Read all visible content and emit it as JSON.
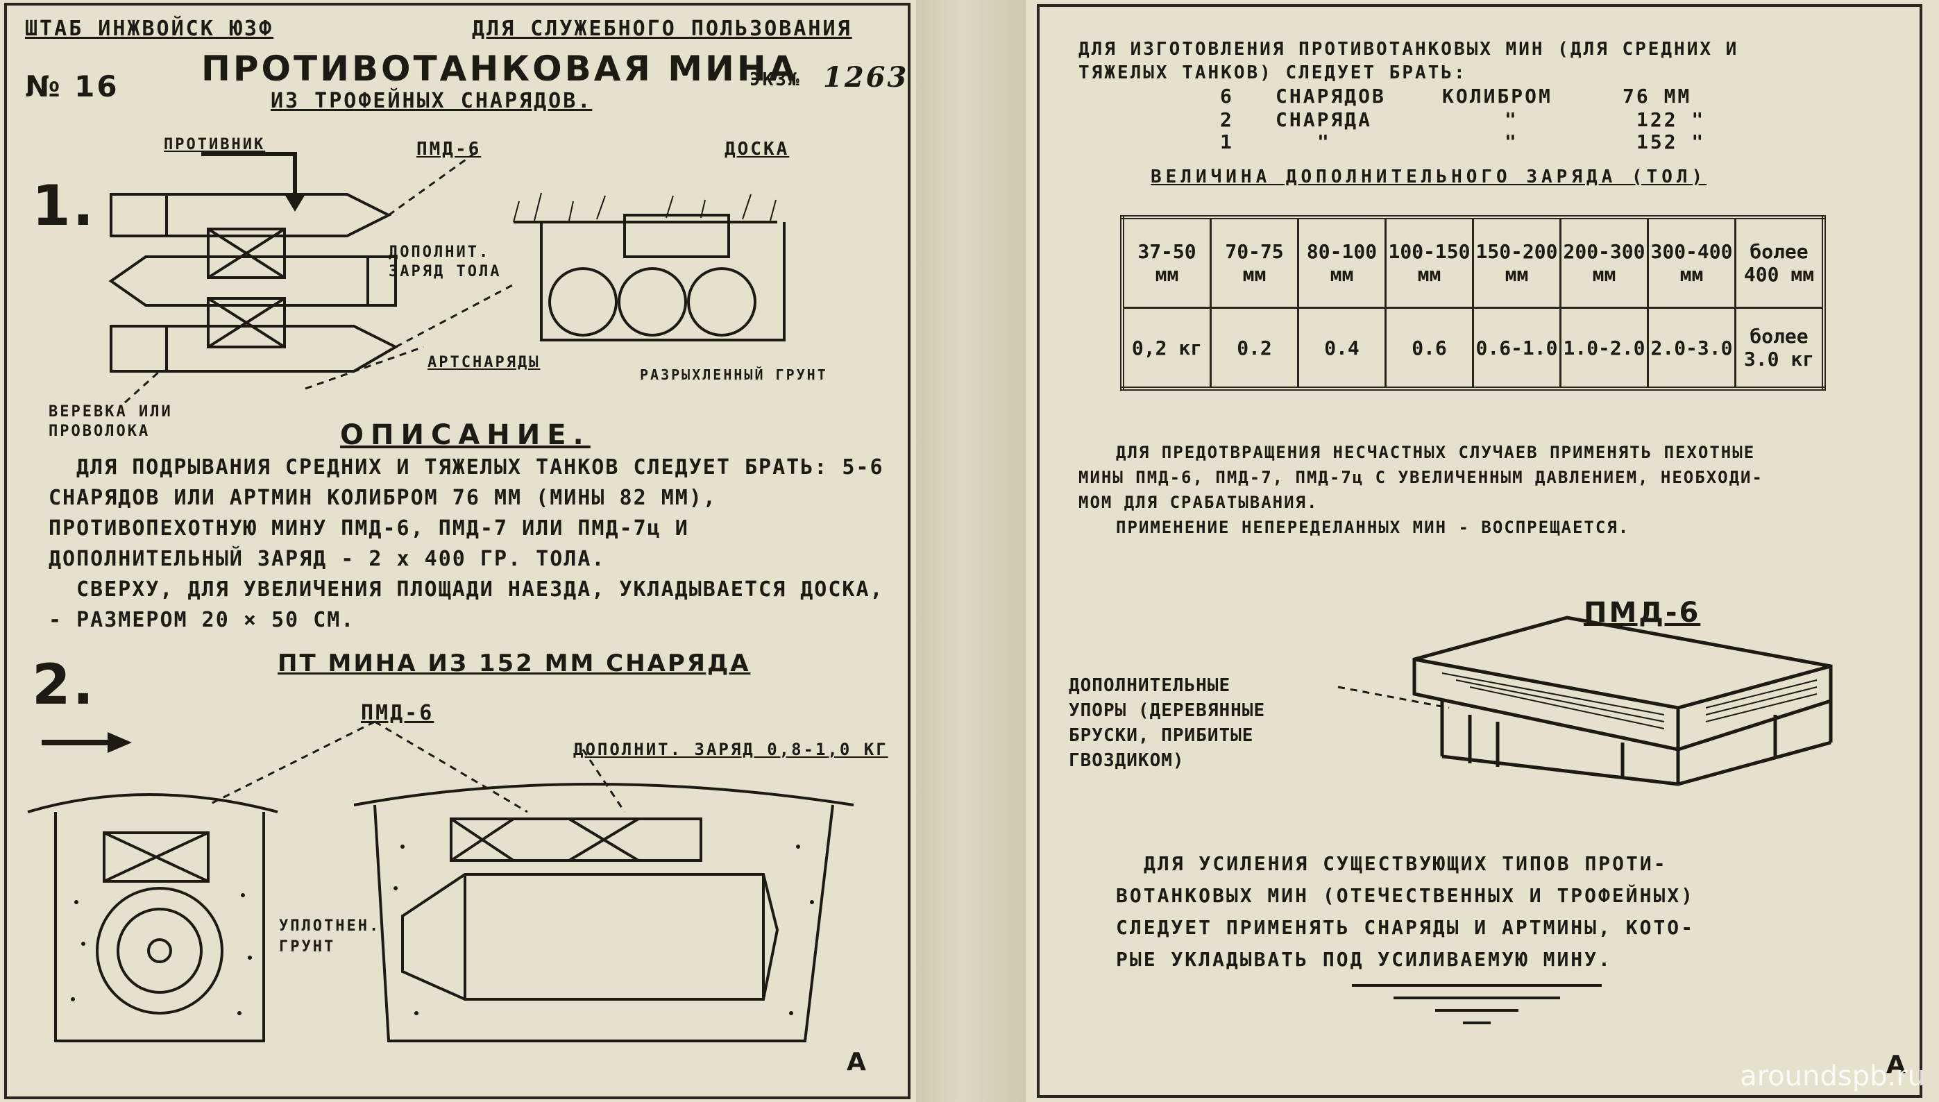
{
  "left": {
    "hq": "ШТАБ ИНЖВОЙСК ЮЗФ",
    "classification": "ДЛЯ СЛУЖЕБНОГО ПОЛЬЗОВАНИЯ",
    "number": "№ 16",
    "copy_label": "ЭКЗ№",
    "copy_number": "1263",
    "title": "ПРОТИВОТАНКОВАЯ МИНА",
    "subtitle": "ИЗ ТРОФЕЙНЫХ СНАРЯДОВ.",
    "fig1": {
      "number": "1.",
      "labels": {
        "enemy": "ПРОТИВНИК",
        "pmd": "ПМД-6",
        "board": "ДОСКА",
        "extra_charge": "ДОПОЛНИТ. ЗАРЯД ТОЛА",
        "shells": "АРТСНАРЯДЫ",
        "soil": "РАЗРЫХЛЕННЫЙ ГРУНТ",
        "wire": "ВЕРЕВКА ИЛИ ПРОВОЛОКА"
      }
    },
    "description": {
      "heading": "ОПИСАНИЕ.",
      "p1": "ДЛЯ ПОДРЫВАНИЯ СРЕДНИХ И ТЯЖЕЛЫХ ТАНКОВ СЛЕДУЕТ БРАТЬ: 5-6 СНАРЯДОВ ИЛИ АРТМИН КОЛИБРОМ 76 ММ (МИНЫ 82 ММ), ПРОТИВОПЕХОТНУЮ МИНУ ПМД-6, ПМД-7 ИЛИ ПМД-7ц И ДОПОЛНИТЕЛЬНЫЙ ЗАРЯД - 2 х 400 ГР. ТОЛА.",
      "p2": "СВЕРХУ, ДЛЯ УВЕЛИЧЕНИЯ ПЛОЩАДИ НАЕЗДА, УКЛАДЫВАЕТСЯ ДОСКА, - РАЗМЕРОМ 20 × 50 СМ."
    },
    "fig2": {
      "number": "2.",
      "title": "ПТ МИНА ИЗ 152 ММ СНАРЯДА",
      "labels": {
        "pmd": "ПМД-6",
        "charge": "ДОПОЛНИТ. ЗАРЯД 0,8-1,0 КГ",
        "soil": "УПЛОТНЕН. ГРУНТ"
      }
    },
    "corner": "А"
  },
  "right": {
    "intro_lines": [
      "ДЛЯ ИЗГОТОВЛЕНИЯ ПРОТИВОТАНКОВЫХ МИН (ДЛЯ СРЕДНИХ И",
      "ТЯЖЕЛЫХ ТАНКОВ) СЛЕДУЕТ БРАТЬ:"
    ],
    "shell_rows": [
      {
        "count": "6",
        "word": "СНАРЯДОВ",
        "caliber_label": "КОЛИБРОМ",
        "value": "76 ММ"
      },
      {
        "count": "2",
        "word": "СНАРЯДА",
        "caliber_label": "\"",
        "value": "122 \""
      },
      {
        "count": "1",
        "word": "\"",
        "caliber_label": "\"",
        "value": "152 \""
      }
    ],
    "table_title": "ВЕЛИЧИНА ДОПОЛНИТЕЛЬНОГО ЗАРЯДА (ТОЛ)",
    "table": {
      "headers": [
        "37-50 мм",
        "70-75 мм",
        "80-100 мм",
        "100-150 мм",
        "150-200 мм",
        "200-300 мм",
        "300-400 мм",
        "более 400 мм"
      ],
      "values": [
        "0,2 кг",
        "0.2",
        "0.4",
        "0.6",
        "0.6-1.0",
        "1.0-2.0",
        "2.0-3.0",
        "более 3.0 кг"
      ]
    },
    "warning_lines": [
      "ДЛЯ ПРЕДОТВРАЩЕНИЯ НЕСЧАСТНЫХ СЛУЧАЕВ ПРИМЕНЯТЬ ПЕХОТНЫЕ",
      "МИНЫ ПМД-6, ПМД-7, ПМД-7ц С УВЕЛИЧЕННЫМ ДАВЛЕНИЕМ, НЕОБХОДИ-",
      "МОМ ДЛЯ СРАБАТЫВАНИЯ.",
      "ПРИМЕНЕНИЕ НЕПЕРЕДЕЛАННЫХ МИН - ВОСПРЕЩАЕТСЯ."
    ],
    "fig_title": "ПМД-6",
    "fig_label": "ДОПОЛНИТЕЛЬНЫЕ УПОРЫ (ДЕРЕВЯННЫЕ БРУСКИ, ПРИБИТЫЕ ГВОЗДИКОМ)",
    "closing_lines": [
      "ДЛЯ УСИЛЕНИЯ СУЩЕСТВУЮЩИХ ТИПОВ ПРОТИ-",
      "ВОТАНКОВЫХ МИН (ОТЕЧЕСТВЕННЫХ И ТРОФЕЙНЫХ)",
      "СЛЕДУЕТ ПРИМЕНЯТЬ СНАРЯДЫ И АРТМИНЫ, КОТО-",
      "РЫЕ УКЛАДЫВАТЬ ПОД УСИЛИВАЕМУЮ МИНУ."
    ],
    "corner": "А"
  },
  "watermark": "aroundspb.ru"
}
